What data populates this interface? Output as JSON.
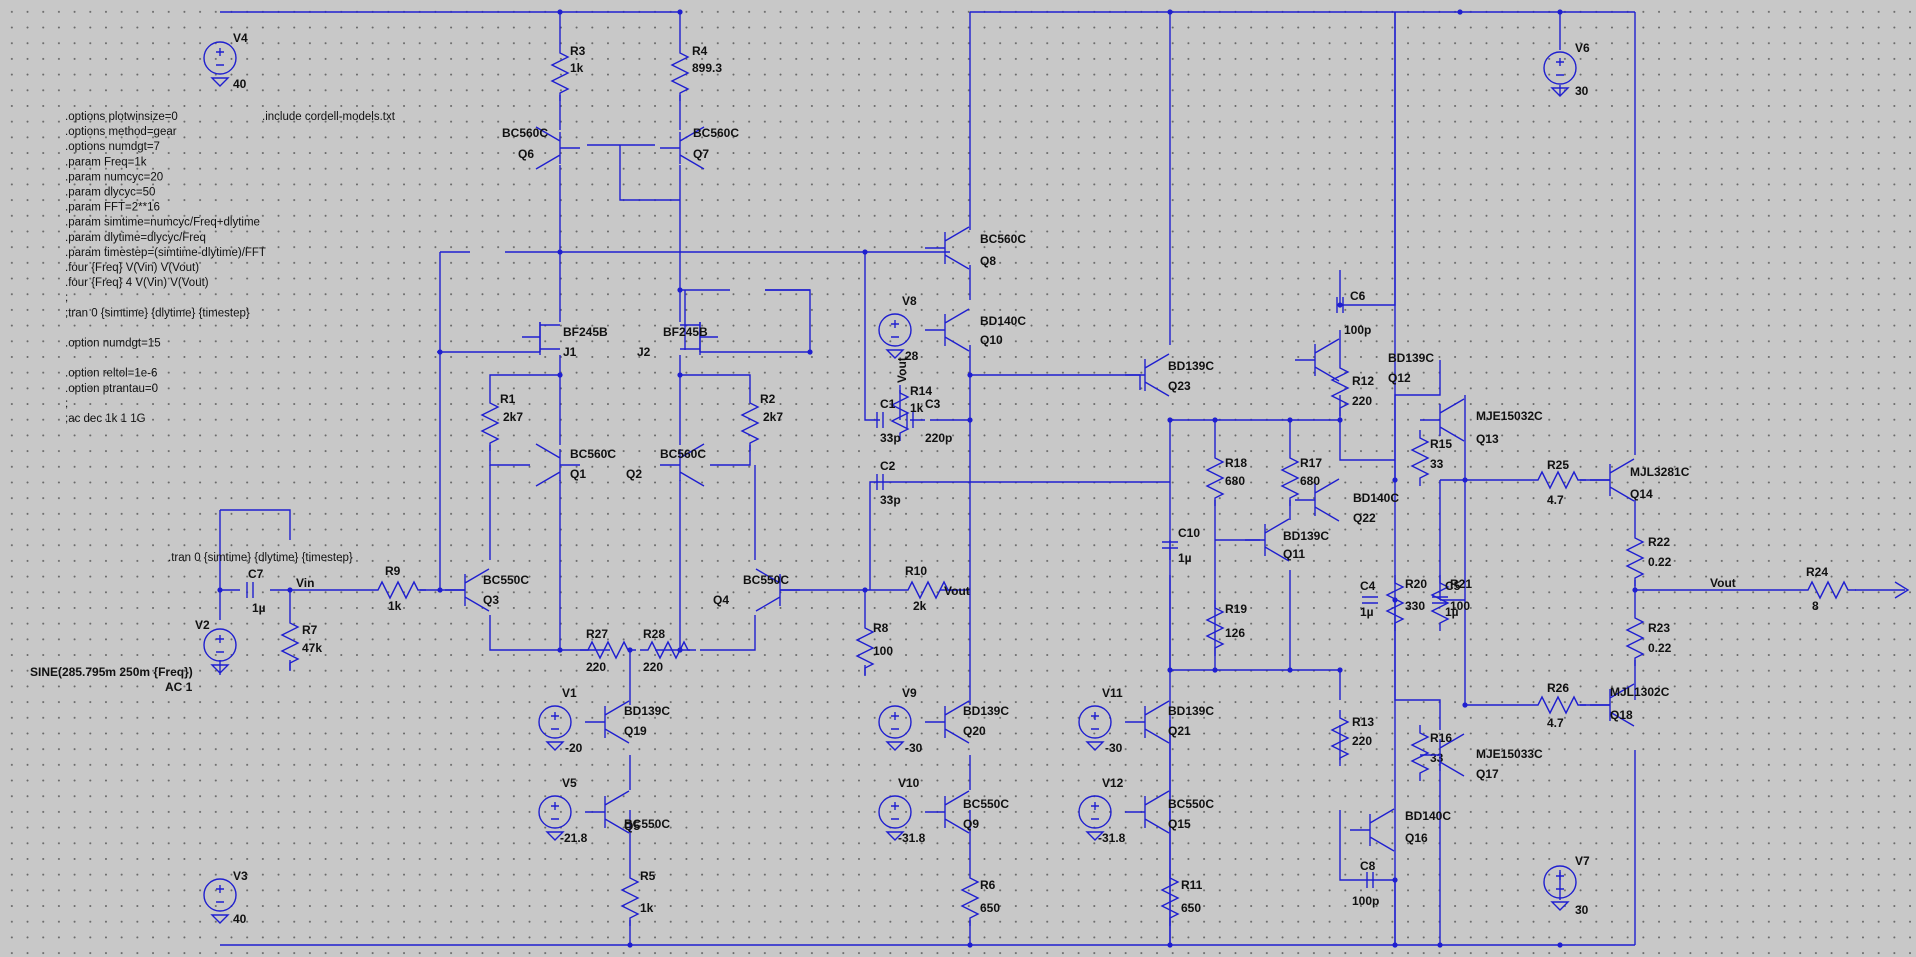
{
  "directives": [
    ".options plotwinsize=0",
    ".options method=gear",
    ".options numdgt=7",
    ".param Freq=1k",
    ".param numcyc=20",
    ".param dlycyc=50",
    ".param FFT=2**16",
    ".param simtime=numcyc/Freq+dlytime",
    ".param dlytime=dlycyc/Freq",
    ".param timestep=(simtime-dlytime)/FFT",
    ".four {Freq} V(Vin) V(Vout)",
    ".four {Freq} 4 V(Vin) V(Vout)",
    ";",
    ";tran 0 {simtime} {dlytime} {timestep}",
    "",
    ".option numdgt=15",
    "",
    ".option reltol=1e-6",
    ".option ptrantau=0",
    ";",
    ";ac dec 1k 1 1G"
  ],
  "include": ".include cordell-models.txt",
  "tran": ".tran 0 {simtime} {dlytime} {timestep}",
  "sources": [
    {
      "name": "V4",
      "value": "40"
    },
    {
      "name": "V3",
      "value": "40"
    },
    {
      "name": "V6",
      "value": "30"
    },
    {
      "name": "V7",
      "value": "30"
    },
    {
      "name": "V1",
      "value": "-20"
    },
    {
      "name": "V5",
      "value": "-21.8"
    },
    {
      "name": "V9",
      "value": "-30"
    },
    {
      "name": "V10",
      "value": "-31.8"
    },
    {
      "name": "V11",
      "value": "-30"
    },
    {
      "name": "V12",
      "value": "-31.8"
    },
    {
      "name": "V8",
      "value": "28"
    },
    {
      "name": "V2",
      "value": "SINE(285.795m 250m {Freq})",
      "extra": "AC 1"
    }
  ],
  "resistors": [
    {
      "name": "R3",
      "value": "1k"
    },
    {
      "name": "R4",
      "value": "899.3"
    },
    {
      "name": "R1",
      "value": "2k7"
    },
    {
      "name": "R2",
      "value": "2k7"
    },
    {
      "name": "R9",
      "value": "1k"
    },
    {
      "name": "R7",
      "value": "47k"
    },
    {
      "name": "R27",
      "value": "220"
    },
    {
      "name": "R28",
      "value": "220"
    },
    {
      "name": "R5",
      "value": "1k"
    },
    {
      "name": "R8",
      "value": "100"
    },
    {
      "name": "R10",
      "value": "2k"
    },
    {
      "name": "R14",
      "value": "1k"
    },
    {
      "name": "R6",
      "value": "650"
    },
    {
      "name": "R18",
      "value": "680"
    },
    {
      "name": "R17",
      "value": "680"
    },
    {
      "name": "R19",
      "value": "126"
    },
    {
      "name": "R11",
      "value": "650"
    },
    {
      "name": "R12",
      "value": "220"
    },
    {
      "name": "R13",
      "value": "220"
    },
    {
      "name": "R15",
      "value": "33"
    },
    {
      "name": "R16",
      "value": "33"
    },
    {
      "name": "R20",
      "value": "330"
    },
    {
      "name": "R21",
      "value": "100"
    },
    {
      "name": "R25",
      "value": "4.7"
    },
    {
      "name": "R26",
      "value": "4.7"
    },
    {
      "name": "R22",
      "value": "0.22"
    },
    {
      "name": "R23",
      "value": "0.22"
    },
    {
      "name": "R24",
      "value": "8"
    }
  ],
  "capacitors": [
    {
      "name": "C7",
      "value": "1µ"
    },
    {
      "name": "C1",
      "value": "33p"
    },
    {
      "name": "C3",
      "value": "220p"
    },
    {
      "name": "C2",
      "value": "33p"
    },
    {
      "name": "C10",
      "value": "1µ"
    },
    {
      "name": "C6",
      "value": "100p"
    },
    {
      "name": "C4",
      "value": "1µ"
    },
    {
      "name": "C5",
      "value": "1µ"
    },
    {
      "name": "C8",
      "value": "100p"
    }
  ],
  "transistors": [
    {
      "name": "Q6",
      "model": "BC560C"
    },
    {
      "name": "Q7",
      "model": "BC560C"
    },
    {
      "name": "J1",
      "model": "BF245B"
    },
    {
      "name": "J2",
      "model": "BF245B"
    },
    {
      "name": "Q1",
      "model": "BC560C"
    },
    {
      "name": "Q2",
      "model": "BC560C"
    },
    {
      "name": "Q3",
      "model": "BC550C"
    },
    {
      "name": "Q4",
      "model": "BC550C"
    },
    {
      "name": "Q19",
      "model": "BD139C"
    },
    {
      "name": "Q5",
      "model": "BC550C"
    },
    {
      "name": "Q8",
      "model": "BC560C"
    },
    {
      "name": "Q10",
      "model": "BD140C"
    },
    {
      "name": "Q20",
      "model": "BD139C"
    },
    {
      "name": "Q9",
      "model": "BC550C"
    },
    {
      "name": "Q23",
      "model": "BD139C"
    },
    {
      "name": "Q11",
      "model": "BD139C"
    },
    {
      "name": "Q21",
      "model": "BD139C"
    },
    {
      "name": "Q15",
      "model": "BC550C"
    },
    {
      "name": "Q12",
      "model": "BD139C"
    },
    {
      "name": "Q22",
      "model": "BD140C"
    },
    {
      "name": "Q16",
      "model": "BD140C"
    },
    {
      "name": "Q13",
      "model": "MJE15032C"
    },
    {
      "name": "Q17",
      "model": "MJE15033C"
    },
    {
      "name": "Q14",
      "model": "MJL3281C"
    },
    {
      "name": "Q18",
      "model": "MJL1302C"
    }
  ],
  "nets": {
    "vin": "Vin",
    "vout": "Vout"
  },
  "colors": {
    "background": "#c8c8c8",
    "wire": "#1f1fcf",
    "text": "#111111",
    "grid": "#6a6a6a"
  }
}
